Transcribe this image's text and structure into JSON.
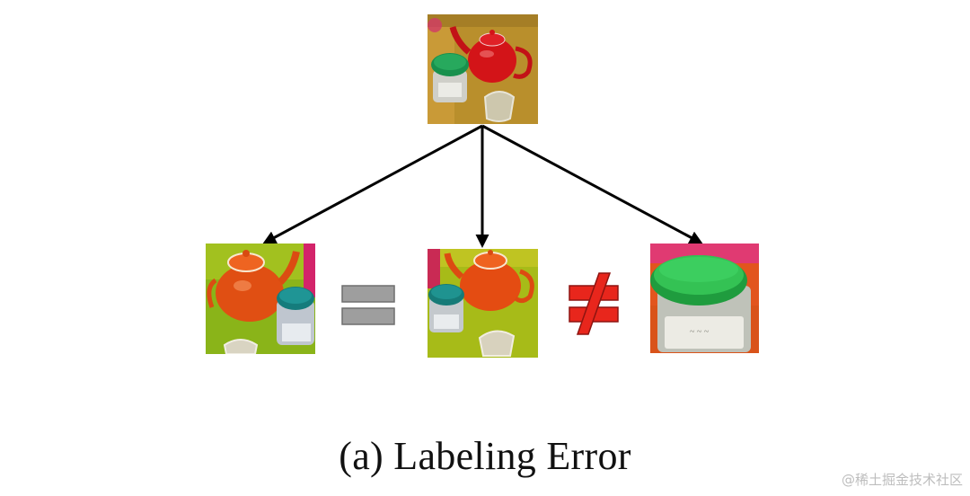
{
  "caption": "(a) Labeling Error",
  "watermark": "@稀土掘金技术社区",
  "images": {
    "anchor": {
      "name": "anchor-image",
      "depicts": "red teapot, green-lidded jar and glass cup on yellow cloth"
    },
    "positive_a": {
      "name": "augmented-view-1",
      "depicts": "orange teapot with teal-lidded jar on green background"
    },
    "positive_b": {
      "name": "augmented-view-2",
      "depicts": "orange teapot with teal-lidded jar on yellow-green background"
    },
    "negative": {
      "name": "augmented-view-3",
      "depicts": "close-up crop of green-lidded jar on pink background"
    }
  },
  "relations": {
    "equal_symbol": "equal",
    "not_equal_symbol": "not-equal"
  },
  "colors": {
    "arrow": "#000000",
    "equal_fill": "#9e9e9e",
    "not_equal_fill": "#e8261c",
    "caption": "#111111"
  }
}
